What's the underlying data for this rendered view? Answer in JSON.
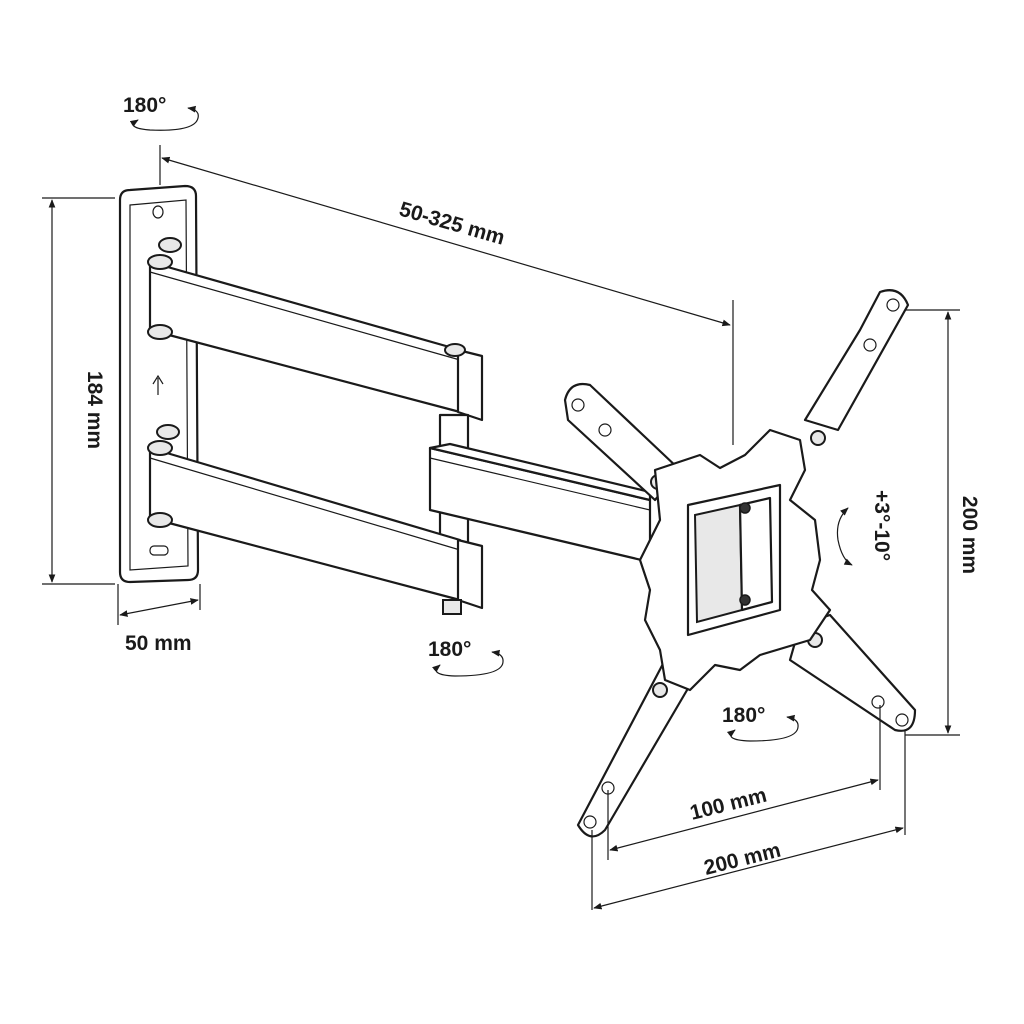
{
  "title": "Full-motion TV wall mount dimension drawing",
  "labels": {
    "wall_rotation": "180°",
    "arm_extension": "50-325 mm",
    "plate_height": "184 mm",
    "plate_depth": "50 mm",
    "arm_rotation": "180°",
    "vesa_height": "200 mm",
    "tilt": "+3°-10°",
    "swivel": "180°",
    "vesa_width_inner": "100 mm",
    "vesa_width_outer": "200 mm"
  },
  "colors": {
    "line": "#1a1a1a",
    "background": "#ffffff"
  }
}
